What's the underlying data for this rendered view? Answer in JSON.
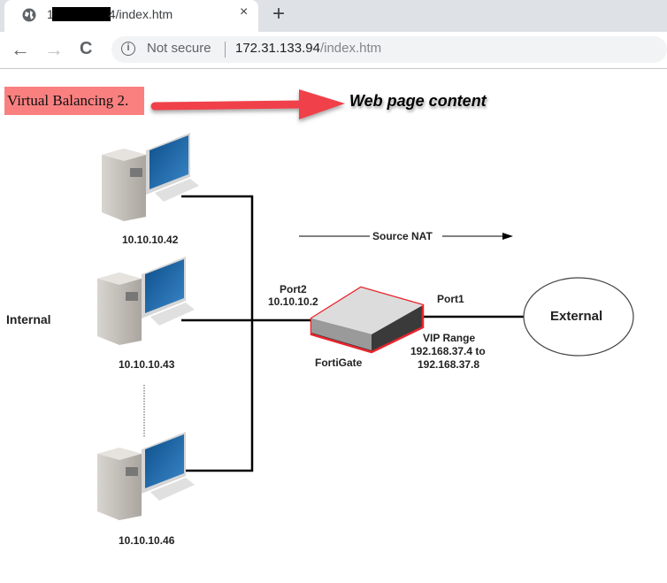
{
  "browser": {
    "tab": {
      "title_prefix": "1",
      "title_suffix": "4/index.htm",
      "close_icon": "×"
    },
    "new_tab_icon": "+",
    "nav": {
      "back": "←",
      "forward": "→",
      "reload": "C"
    },
    "address": {
      "security_label": "Not secure",
      "host": "172.31.133.94",
      "path": "/index.htm"
    }
  },
  "page": {
    "heading": "Virtual Balancing 2.",
    "annotation": "Web page content"
  },
  "diagram": {
    "hosts": [
      {
        "ip": "10.10.10.42"
      },
      {
        "ip": "10.10.10.43"
      },
      {
        "ip": "10.10.10.46"
      }
    ],
    "internal_label": "Internal",
    "nat_label": "Source NAT",
    "port2_name": "Port2",
    "port2_ip": "10.10.10.2",
    "device_label": "FortiGate",
    "port1_name": "Port1",
    "vip_title": "VIP Range",
    "vip_range_start": "192.168.37.4 to",
    "vip_range_end": "192.168.37.8",
    "external_label": "External",
    "colors": {
      "arrow": "#f0404a",
      "highlight": "#fa8080",
      "device_outline": "#e8242c"
    }
  }
}
